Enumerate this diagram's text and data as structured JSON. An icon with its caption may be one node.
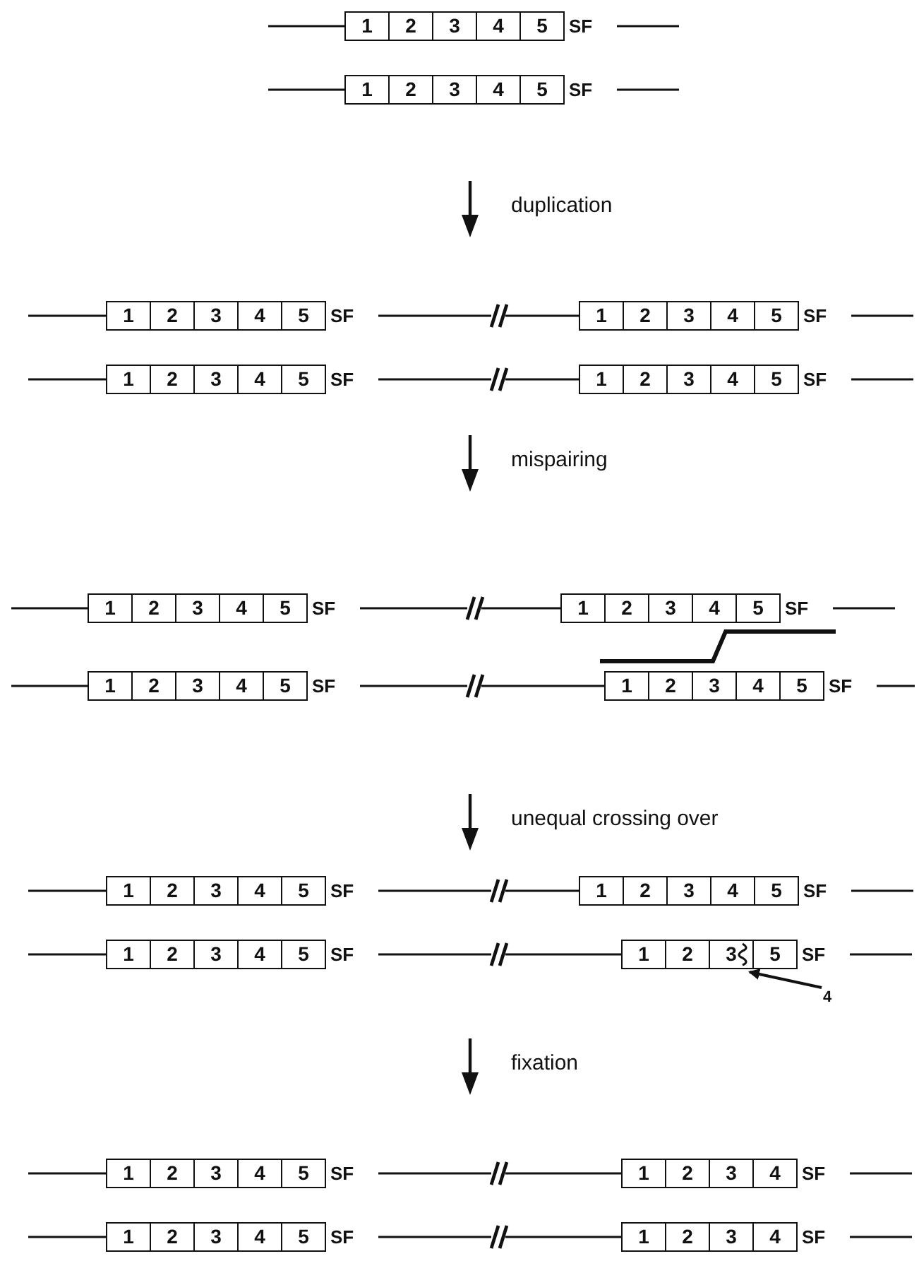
{
  "diagram": {
    "nodes": [
      {
        "text": [
          "1"
        ]
      },
      {
        "text": [
          "2"
        ]
      },
      {
        "text": [
          "3"
        ]
      },
      {
        "text": [
          "4"
        ]
      },
      {
        "text": [
          "5"
        ]
      },
      {
        "text": [
          "1"
        ]
      },
      {
        "text": [
          "2"
        ]
      },
      {
        "text": [
          "3"
        ]
      },
      {
        "text": [
          "4"
        ]
      },
      {
        "text": [
          "5"
        ]
      },
      {
        "text": [
          "1"
        ]
      },
      {
        "text": [
          "2"
        ]
      },
      {
        "text": [
          "3"
        ]
      },
      {
        "text": [
          "4"
        ]
      },
      {
        "text": [
          "5"
        ]
      },
      {
        "text": [
          "1"
        ]
      },
      {
        "text": [
          "2"
        ]
      },
      {
        "text": [
          "3"
        ]
      },
      {
        "text": [
          "4"
        ]
      },
      {
        "text": [
          "5"
        ]
      },
      {
        "text": [
          "1"
        ]
      },
      {
        "text": [
          "2"
        ]
      },
      {
        "text": [
          "3"
        ]
      },
      {
        "text": [
          "4"
        ]
      },
      {
        "text": [
          "5"
        ]
      },
      {
        "text": [
          "1"
        ]
      },
      {
        "text": [
          "2"
        ]
      },
      {
        "text": [
          "3"
        ]
      },
      {
        "text": [
          "4"
        ]
      },
      {
        "text": [
          "5"
        ]
      },
      {
        "text": [
          "1"
        ]
      },
      {
        "text": [
          "2"
        ]
      },
      {
        "text": [
          "3"
        ]
      },
      {
        "text": [
          "4"
        ]
      },
      {
        "text": [
          "5"
        ]
      },
      {
        "text": [
          "1"
        ]
      },
      {
        "text": [
          "2"
        ]
      },
      {
        "text": [
          "3"
        ]
      },
      {
        "text": [
          "4"
        ]
      },
      {
        "text": [
          "5"
        ]
      },
      {
        "text": [
          "1"
        ]
      },
      {
        "text": [
          "2"
        ]
      },
      {
        "text": [
          "3"
        ]
      },
      {
        "text": [
          "4"
        ]
      },
      {
        "text": [
          "5"
        ]
      },
      {
        "text": [
          "1"
        ]
      },
      {
        "text": [
          "2"
        ]
      },
      {
        "text": [
          "3"
        ]
      },
      {
        "text": [
          "4"
        ]
      },
      {
        "text": [
          "5"
        ]
      },
      {
        "text": [
          "1"
        ]
      },
      {
        "text": [
          "2"
        ]
      },
      {
        "text": [
          "3"
        ]
      },
      {
        "text": [
          "4"
        ]
      },
      {
        "text": [
          "5"
        ]
      },
      {
        "text": [
          "1"
        ]
      },
      {
        "text": [
          "2"
        ]
      },
      {
        "text": [
          "3"
        ]
      },
      {
        "text": [
          "4"
        ]
      },
      {
        "text": [
          "5"
        ]
      },
      {
        "text": [
          "1"
        ]
      },
      {
        "text": [
          "2"
        ]
      },
      {
        "text": [
          "3"
        ]
      },
      {
        "text": [
          "4"
        ]
      },
      {
        "text": [
          "5"
        ]
      },
      {
        "text": [
          "1"
        ]
      },
      {
        "text": [
          "2"
        ]
      },
      {
        "text": [
          "3"
        ]
      },
      {
        "text": [
          "5"
        ]
      },
      {
        "text": [
          "4"
        ]
      },
      {
        "text": [
          "1"
        ]
      },
      {
        "text": [
          "2"
        ]
      },
      {
        "text": [
          "3"
        ]
      },
      {
        "text": [
          "4"
        ]
      },
      {
        "text": [
          "5"
        ]
      },
      {
        "text": [
          "1"
        ]
      },
      {
        "text": [
          "2"
        ]
      },
      {
        "text": [
          "3"
        ]
      },
      {
        "text": [
          "4"
        ]
      },
      {
        "text": [
          "1"
        ]
      },
      {
        "text": [
          "2"
        ]
      },
      {
        "text": [
          "3"
        ]
      },
      {
        "text": [
          "4"
        ]
      },
      {
        "text": [
          "5"
        ]
      },
      {
        "text": [
          "1"
        ]
      },
      {
        "text": [
          "2"
        ]
      },
      {
        "text": [
          "3"
        ]
      },
      {
        "text": [
          "4"
        ]
      }
    ],
    "edges": [
      {
        "from": 69,
        "to": 67,
        "arrow": "to"
      }
    ],
    "labels": [
      "SF",
      "SF",
      "duplication",
      "SF",
      "SF",
      "SF",
      "SF",
      "mispairing",
      "SF",
      "SF",
      "SF",
      "SF",
      "unequal crossing over",
      "SF",
      "SF",
      "SF",
      "SF",
      "fixation",
      "SF",
      "SF",
      "SF",
      "SF"
    ]
  }
}
